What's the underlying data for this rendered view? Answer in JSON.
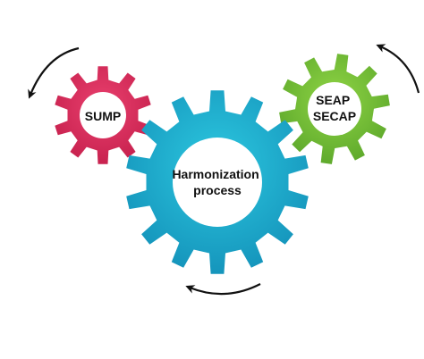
{
  "gears": {
    "center": {
      "label_lines": [
        "Harmonization",
        "process"
      ],
      "color": "#1aaecb"
    },
    "left": {
      "label_lines": [
        "SUMP"
      ],
      "color": "#dd2f62"
    },
    "right": {
      "label_lines": [
        "SEAP",
        "SECAP"
      ],
      "color": "#74c23a"
    }
  },
  "arrows": {
    "color": "#111111",
    "count": 3
  }
}
